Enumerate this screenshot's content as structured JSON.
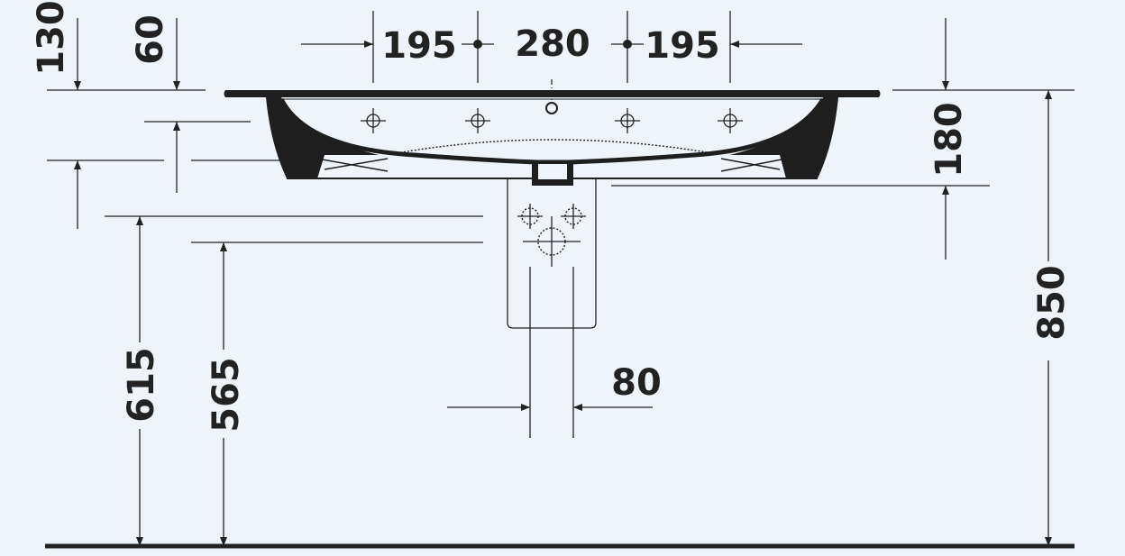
{
  "drawing": {
    "colors": {
      "background": "#eef4f9",
      "line": "#222222",
      "basin_fill": "#1e1e1e"
    },
    "dimensions": {
      "top_left_130": "130",
      "top_left_60": "60",
      "top_left_spacing": "195",
      "top_center_spacing": "280",
      "top_right_spacing": "195",
      "right_depth": "180",
      "right_total_height": "850",
      "left_height_615": "615",
      "left_height_565": "565",
      "trap_width": "80"
    }
  }
}
